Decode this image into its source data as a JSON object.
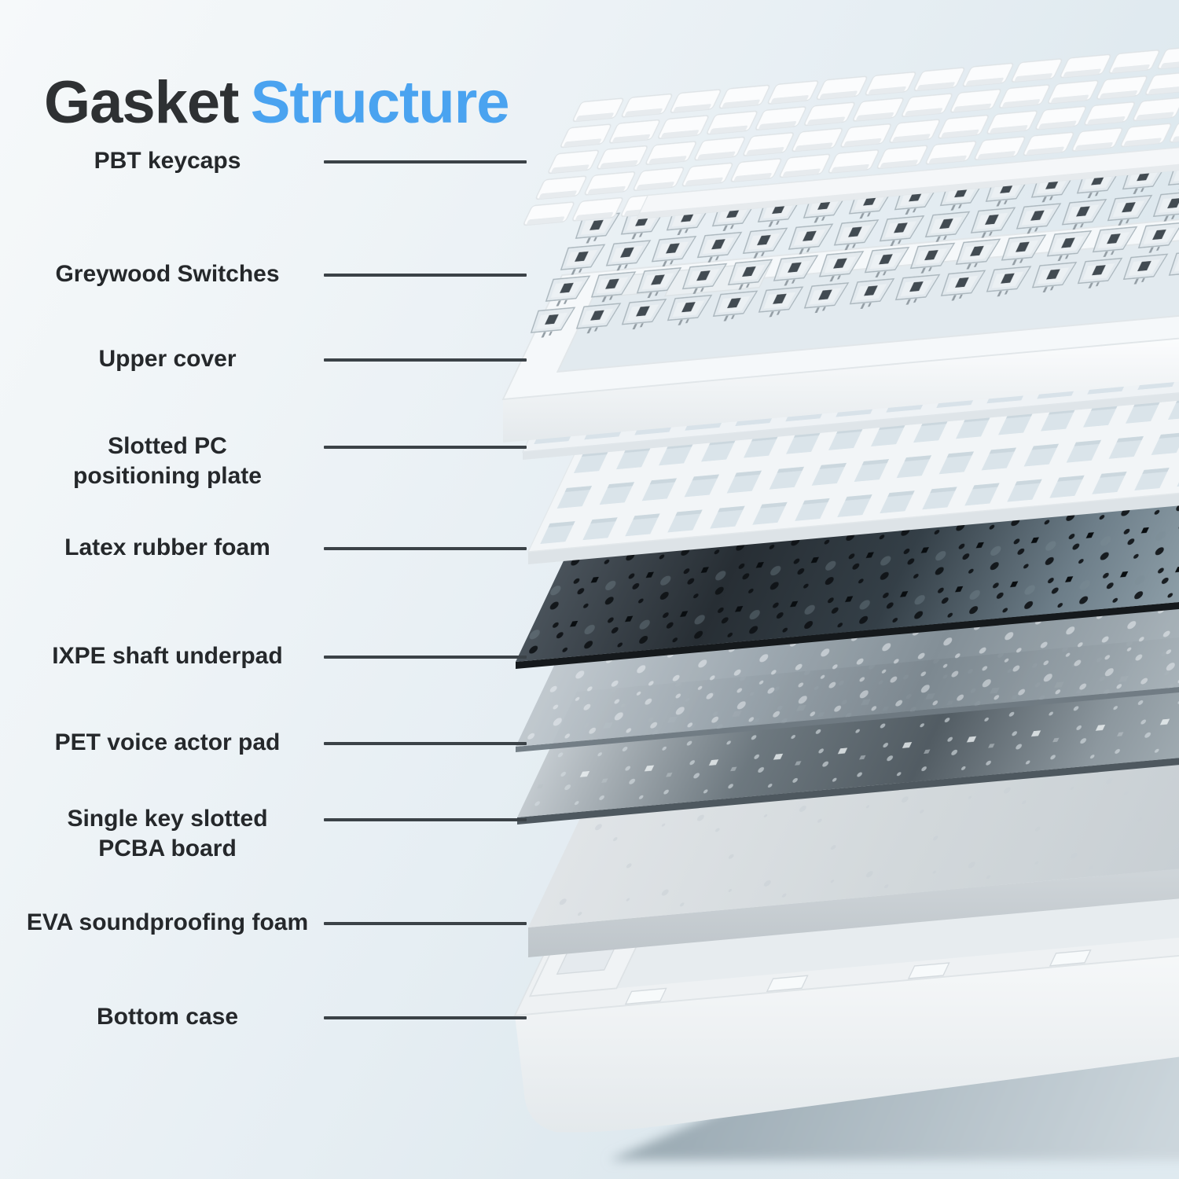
{
  "title": {
    "part1": "Gasket",
    "part2": "Structure"
  },
  "colors": {
    "title_dark": "#2e3133",
    "accent_blue": "#4aa3f0",
    "label_text": "#25282b",
    "leader_line": "#3b4247",
    "background_top": "#f6f9fa",
    "background_bottom": "#dfeaf0",
    "keycap_white": "#fbfcfd",
    "ixpe_dark": "#272e34",
    "shadow_gray": "#9eadb6"
  },
  "layers": [
    {
      "id": "pbt-keycaps",
      "label": "PBT keycaps"
    },
    {
      "id": "greywood-switches",
      "label": "Greywood  Switches"
    },
    {
      "id": "upper-cover",
      "label": "Upper cover"
    },
    {
      "id": "slotted-pc-positioning-plate",
      "label": "Slotted PC\npositioning plate"
    },
    {
      "id": "latex-rubber-foam",
      "label": "Latex rubber foam"
    },
    {
      "id": "ixpe-shaft-underpad",
      "label": "IXPE shaft underpad"
    },
    {
      "id": "pet-voice-actor-pad",
      "label": "PET voice actor pad"
    },
    {
      "id": "single-key-slotted-pcba-board",
      "label": "Single key slotted\nPCBA board"
    },
    {
      "id": "eva-soundproofing-foam",
      "label": "EVA soundproofing foam"
    },
    {
      "id": "bottom-case",
      "label": "Bottom case"
    }
  ]
}
